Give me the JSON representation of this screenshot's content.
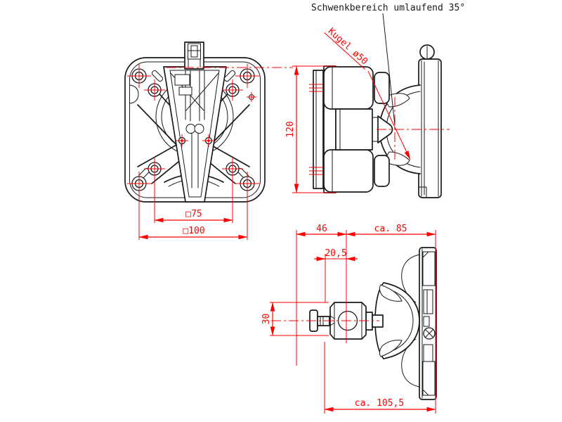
{
  "drawing": {
    "type": "technical-drawing",
    "subject": "VESA wall mount with ball joint - three orthographic views"
  },
  "colors": {
    "dimension_accent": "#ff0000",
    "line_color": "#1a1a1a",
    "background": "#ffffff"
  },
  "annotations": {
    "swivel_note": "Schwenkbereich umlaufend 35°",
    "ball_label": "Kugel ø50"
  },
  "dimensions": {
    "front": {
      "vesa_inner": "□75",
      "vesa_outer": "□100"
    },
    "side": {
      "bracket_height": "120"
    },
    "top": {
      "plate_to_clamp": "46",
      "clamp_to_wall": "ca. 85",
      "clamp_hole_offset": "20,5",
      "clamp_width": "30",
      "overall_depth": "ca. 105,5"
    }
  }
}
